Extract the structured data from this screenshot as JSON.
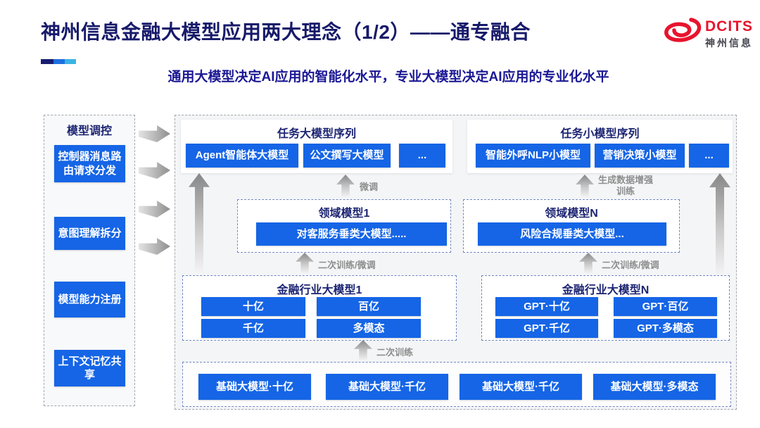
{
  "header": {
    "title": "神州信息金融大模型应用两大理念（1/2）——通专融合",
    "subtitle": "通用大模型决定AI应用的智能化水平，专业大模型决定AI应用的专业化水平",
    "logo": {
      "brand": "DCITS",
      "company": "神州信息"
    }
  },
  "sidebar": {
    "title": "模型调控",
    "items": [
      "控制器消息路由请求分发",
      "意图理解拆分",
      "模型能力注册",
      "上下文记忆共享"
    ]
  },
  "sections": {
    "task_large": {
      "title": "任务大模型序列",
      "items": [
        "Agent智能体大模型",
        "公文撰写大模型",
        "..."
      ]
    },
    "task_small": {
      "title": "任务小模型序列",
      "items": [
        "智能外呼NLP小模型",
        "营销决策小模型",
        "..."
      ]
    },
    "domain_1": {
      "title": "领域模型1",
      "model": "对客服务垂类大模型....."
    },
    "domain_n": {
      "title": "领域模型N",
      "model": "风险合规垂类大模型..."
    },
    "industry_1": {
      "title": "金融行业大模型1",
      "items": [
        "十亿",
        "百亿",
        "千亿",
        "多模态"
      ]
    },
    "industry_n": {
      "title": "金融行业大模型N",
      "items": [
        "GPT·十亿",
        "GPT·百亿",
        "GPT·千亿",
        "GPT·多模态"
      ]
    },
    "base_models": {
      "items": [
        "基础大模型·十亿",
        "基础大模型·千亿",
        "基础大模型·千亿",
        "基础大模型·多模态"
      ]
    }
  },
  "arrow_labels": {
    "finetune": "微调",
    "gen_data_training": "生成数据增强训练",
    "retrain_finetune_left": "二次训练/微调",
    "retrain_finetune_right": "二次训练/微调",
    "retrain": "二次训练"
  },
  "colors": {
    "accent_blue": "#1565e6",
    "navy_text": "#1c2472",
    "title_navy": "#171a6a",
    "subtitle_navy": "#1b1894",
    "logo_red": "#e8142d",
    "deco_segments": [
      "#171c70",
      "#1e6fe0",
      "#3bb4e4"
    ]
  }
}
